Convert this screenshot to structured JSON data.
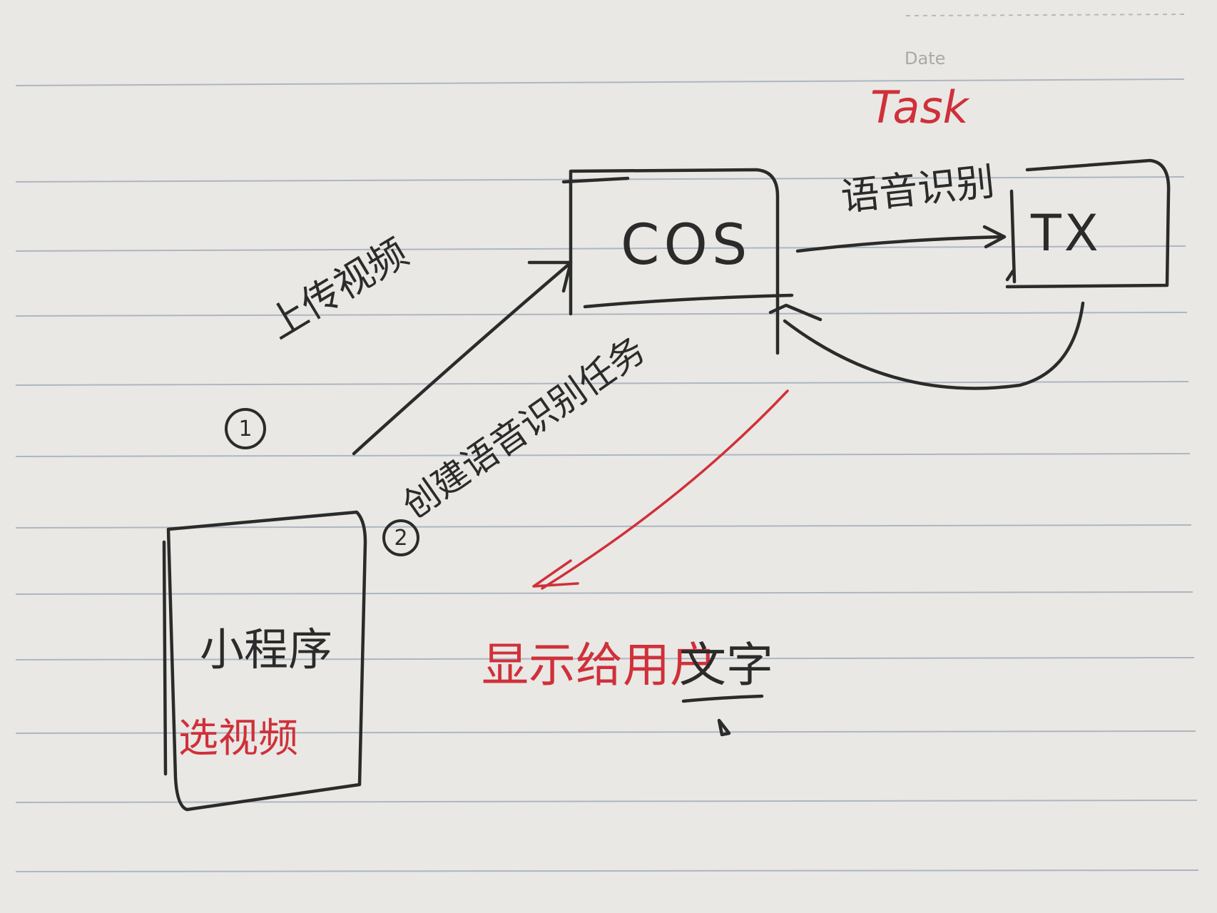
{
  "header": {
    "date_label": "Date"
  },
  "nodes": {
    "cos": {
      "label": "COS"
    },
    "tx": {
      "label": "TX"
    },
    "mini_program": {
      "label": "小程序",
      "sub_label": "选视频"
    }
  },
  "edges": {
    "asr_task": {
      "label": "语音识别",
      "tag": "Task"
    },
    "upload": {
      "step": "1",
      "label": "上传视频"
    },
    "create_task": {
      "step": "2",
      "label": "创建语音识别任务"
    }
  },
  "result": {
    "red_text": "显示给用户",
    "black_text": "文字"
  },
  "colors": {
    "ink": "#2b2b2b",
    "red_ink": "#d0303a",
    "paper": "#e9e8e4",
    "rule": "#aeb6c2"
  }
}
